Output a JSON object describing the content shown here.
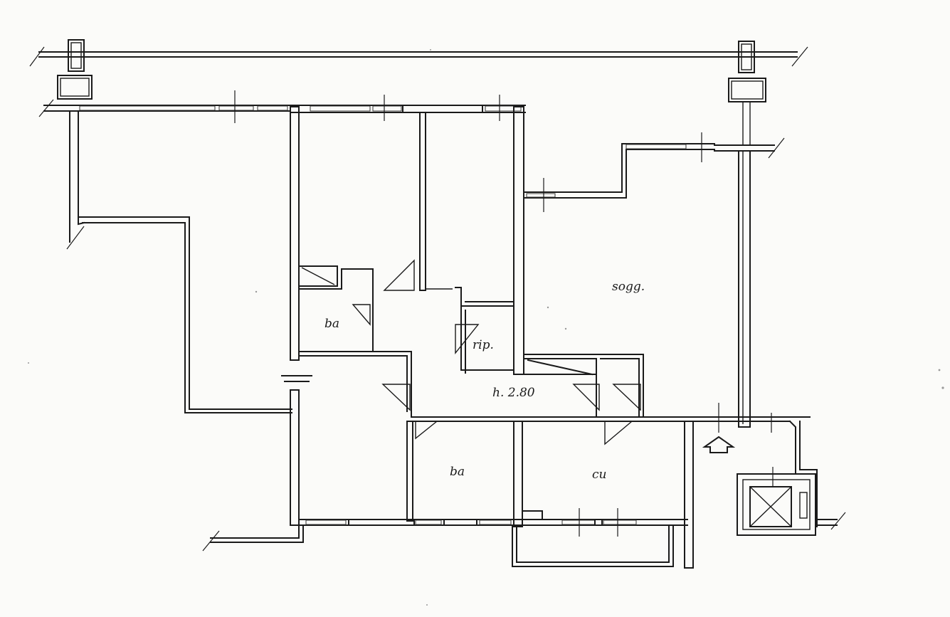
{
  "plan": {
    "rooms": [
      {
        "id": "bath-top",
        "label": "ba"
      },
      {
        "id": "storage",
        "label": "rip."
      },
      {
        "id": "living",
        "label": "sogg."
      },
      {
        "id": "hall",
        "label": "h. 2.80"
      },
      {
        "id": "bath-bottom",
        "label": "ba"
      },
      {
        "id": "kitchen",
        "label": "cu"
      }
    ],
    "symbols": {
      "entrance": "entrance-arrow-icon",
      "elevator": "elevator-icon"
    },
    "colors": {
      "ink": "#1a1a1a",
      "paper": "#fbfbf9"
    }
  }
}
